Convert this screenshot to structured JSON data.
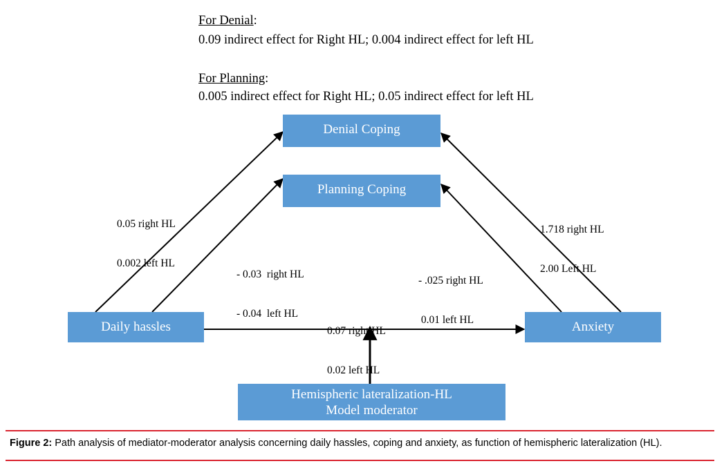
{
  "header": {
    "denial_title": "For Denial",
    "denial_colon": ":",
    "denial_text": "0.09 indirect effect for Right HL; 0.004 indirect effect for left HL",
    "planning_title": "For Planning",
    "planning_colon": ":",
    "planning_text": "0.005 indirect effect for Right HL; 0.05 indirect effect for left HL"
  },
  "nodes": {
    "denial": "Denial Coping",
    "planning": "Planning Coping",
    "hassles": "Daily hassles",
    "anxiety": "Anxiety",
    "moderator_line1": "Hemispheric lateralization-HL",
    "moderator_line2": "Model moderator"
  },
  "edges": {
    "hassles_denial": {
      "line1": "0.05 right HL",
      "line2": "0.002 left HL"
    },
    "hassles_planning": {
      "line1": "- 0.03  right HL",
      "line2": "- 0.04  left HL"
    },
    "anxiety_planning": {
      "line1": "- .025 right HL",
      "line2": " 0.01 left HL"
    },
    "anxiety_denial": {
      "line1": "1.718 right HL",
      "line2": "2.00 Left HL"
    },
    "hassles_anxiety": {
      "line1": "0.07 right HL",
      "line2": "0.02 left HL"
    }
  },
  "caption": {
    "label": "Figure 2:",
    "text": " Path analysis of mediator-moderator analysis concerning daily hassles, coping and anxiety, as function of hemispheric lateralization (HL)."
  },
  "colors": {
    "box_fill": "#5b9bd5",
    "box_text": "#ffffff",
    "rule": "#d9232e"
  }
}
